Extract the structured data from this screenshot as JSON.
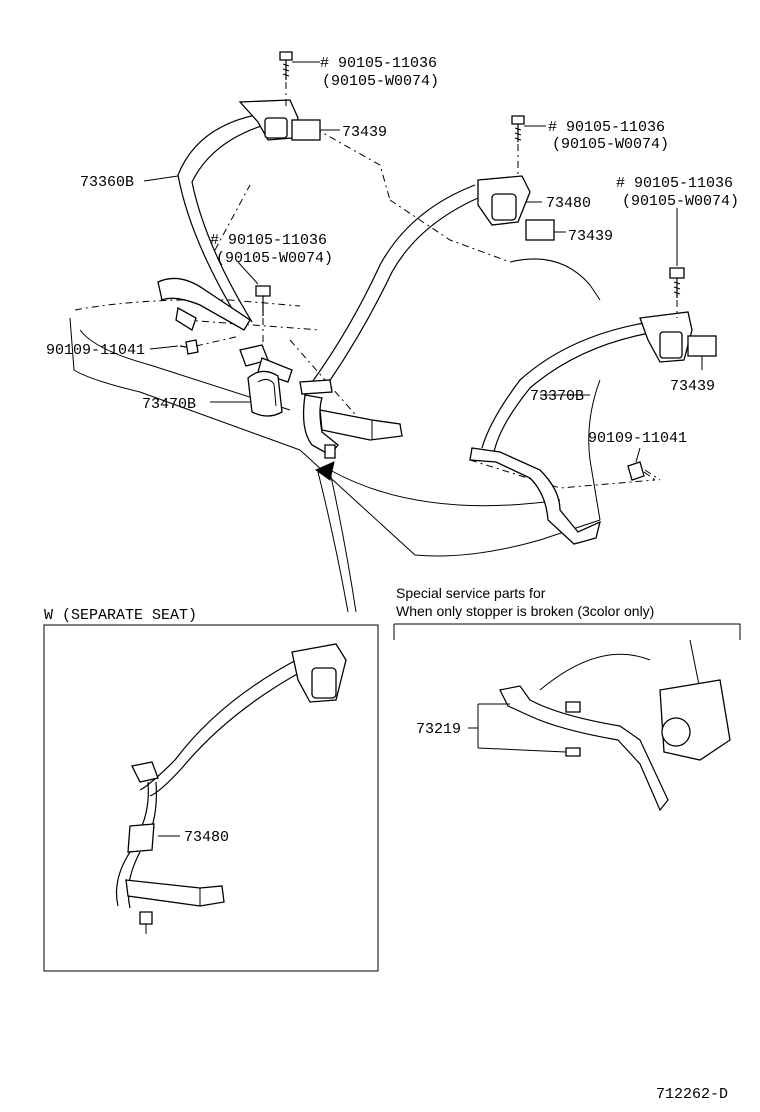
{
  "labels": {
    "bolt_top": "# 90105-11036",
    "bolt_top_alt": "(90105-W0074)",
    "bolt_mid": "# 90105-11036",
    "bolt_mid_alt": "(90105-W0074)",
    "bolt_right": "# 90105-11036",
    "bolt_right_alt": "(90105-W0074)",
    "bolt_left": "# 90105-11036",
    "bolt_left_alt": "(90105-W0074)",
    "cover_top": "73439",
    "cover_mid": "73439",
    "cover_right": "73439",
    "belt_left": "73360B",
    "belt_center": "73480",
    "belt_right": "73370B",
    "buckle_left": "73470B",
    "bolt_short_left": "90109-11041",
    "bolt_short_right": "90109-11041",
    "inset_belt": "73480",
    "stopper": "73219"
  },
  "inset": {
    "title": "W (SEPARATE SEAT)"
  },
  "special": {
    "line1": "Special service parts for",
    "line2": "When only stopper is broken (3color only)"
  },
  "diagram_code": "712262-D"
}
